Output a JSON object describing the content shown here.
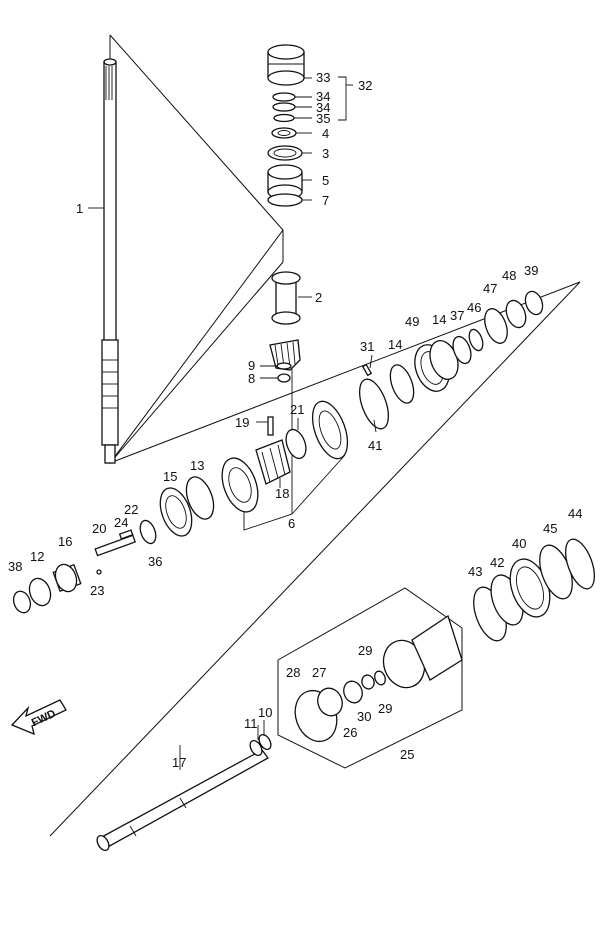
{
  "labels": {
    "p1": "1",
    "p2": "2",
    "p3": "3",
    "p4": "4",
    "p5": "5",
    "p6": "6",
    "p7": "7",
    "p8": "8",
    "p9": "9",
    "p10": "10",
    "p11": "11",
    "p12": "12",
    "p13": "13",
    "p14a": "14",
    "p14b": "14",
    "p15": "15",
    "p16": "16",
    "p17": "17",
    "p18": "18",
    "p19": "19",
    "p20": "20",
    "p21": "21",
    "p22": "22",
    "p23": "23",
    "p24": "24",
    "p25": "25",
    "p26": "26",
    "p27": "27",
    "p28": "28",
    "p29a": "29",
    "p29b": "29",
    "p30": "30",
    "p31": "31",
    "p32": "32",
    "p33": "33",
    "p34a": "34",
    "p34b": "34",
    "p35": "35",
    "p36": "36",
    "p37": "37",
    "p38": "38",
    "p39": "39",
    "p40": "40",
    "p41": "41",
    "p42": "42",
    "p43": "43",
    "p44": "44",
    "p45": "45",
    "p46": "46",
    "p47": "47",
    "p48": "48",
    "p49": "49"
  },
  "fwd_arrow": {
    "label": "FWD",
    "icon": "forward-arrow-icon"
  }
}
